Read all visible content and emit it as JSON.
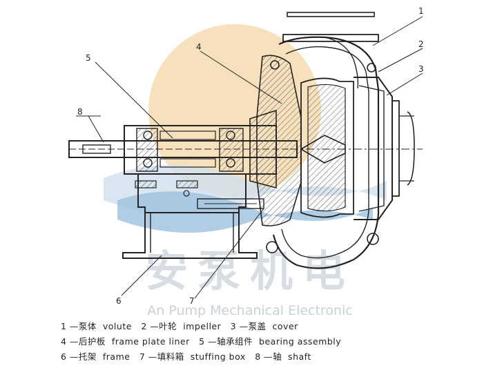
{
  "watermark": {
    "logo_colors": [
      "#f3d7a6",
      "#cfe0ee",
      "#9cc1df"
    ],
    "chinese_name": "安泵机电",
    "english_name": "An Pump Mechanical Electronic"
  },
  "callouts": [
    "1",
    "2",
    "3",
    "4",
    "5",
    "6",
    "7",
    "8"
  ],
  "legend": {
    "row1": "1 —泵体  volute   2 —叶轮  impeller   3 —泵盖  cover",
    "row2": "4 —后护板  frame plate liner   5 —轴承组件  bearing assembly",
    "row3": "6 —托架  frame   7 —填料箱  stuffing box   8 —轴  shaft"
  },
  "colors": {
    "line": "#222222",
    "hatch": "#555555",
    "text": "#222222"
  }
}
